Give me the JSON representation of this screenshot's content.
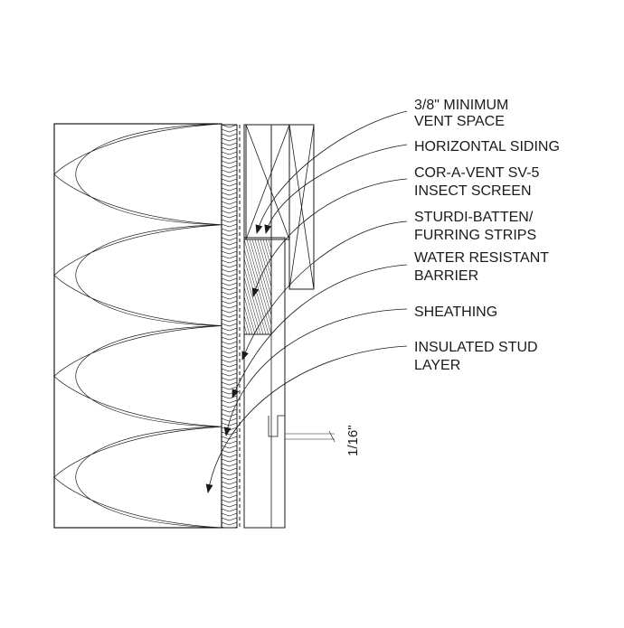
{
  "callouts": [
    {
      "id": "vent-space",
      "lines": [
        "3/8\" MINIMUM",
        "VENT SPACE"
      ]
    },
    {
      "id": "horizontal-siding",
      "lines": [
        "HORIZONTAL SIDING"
      ]
    },
    {
      "id": "insect-screen",
      "lines": [
        "COR-A-VENT SV-5",
        "INSECT SCREEN"
      ]
    },
    {
      "id": "furring-strips",
      "lines": [
        "STURDI-BATTEN/",
        "FURRING STRIPS"
      ]
    },
    {
      "id": "water-resistant-barrier",
      "lines": [
        "WATER RESISTANT",
        "BARRIER"
      ]
    },
    {
      "id": "sheathing",
      "lines": [
        "SHEATHING"
      ]
    },
    {
      "id": "insulated-stud-layer",
      "lines": [
        "INSULATED STUD",
        "LAYER"
      ]
    }
  ],
  "dimension": {
    "label": "1/16\""
  },
  "colors": {
    "line": "#1a1a1a",
    "background": "#ffffff"
  }
}
